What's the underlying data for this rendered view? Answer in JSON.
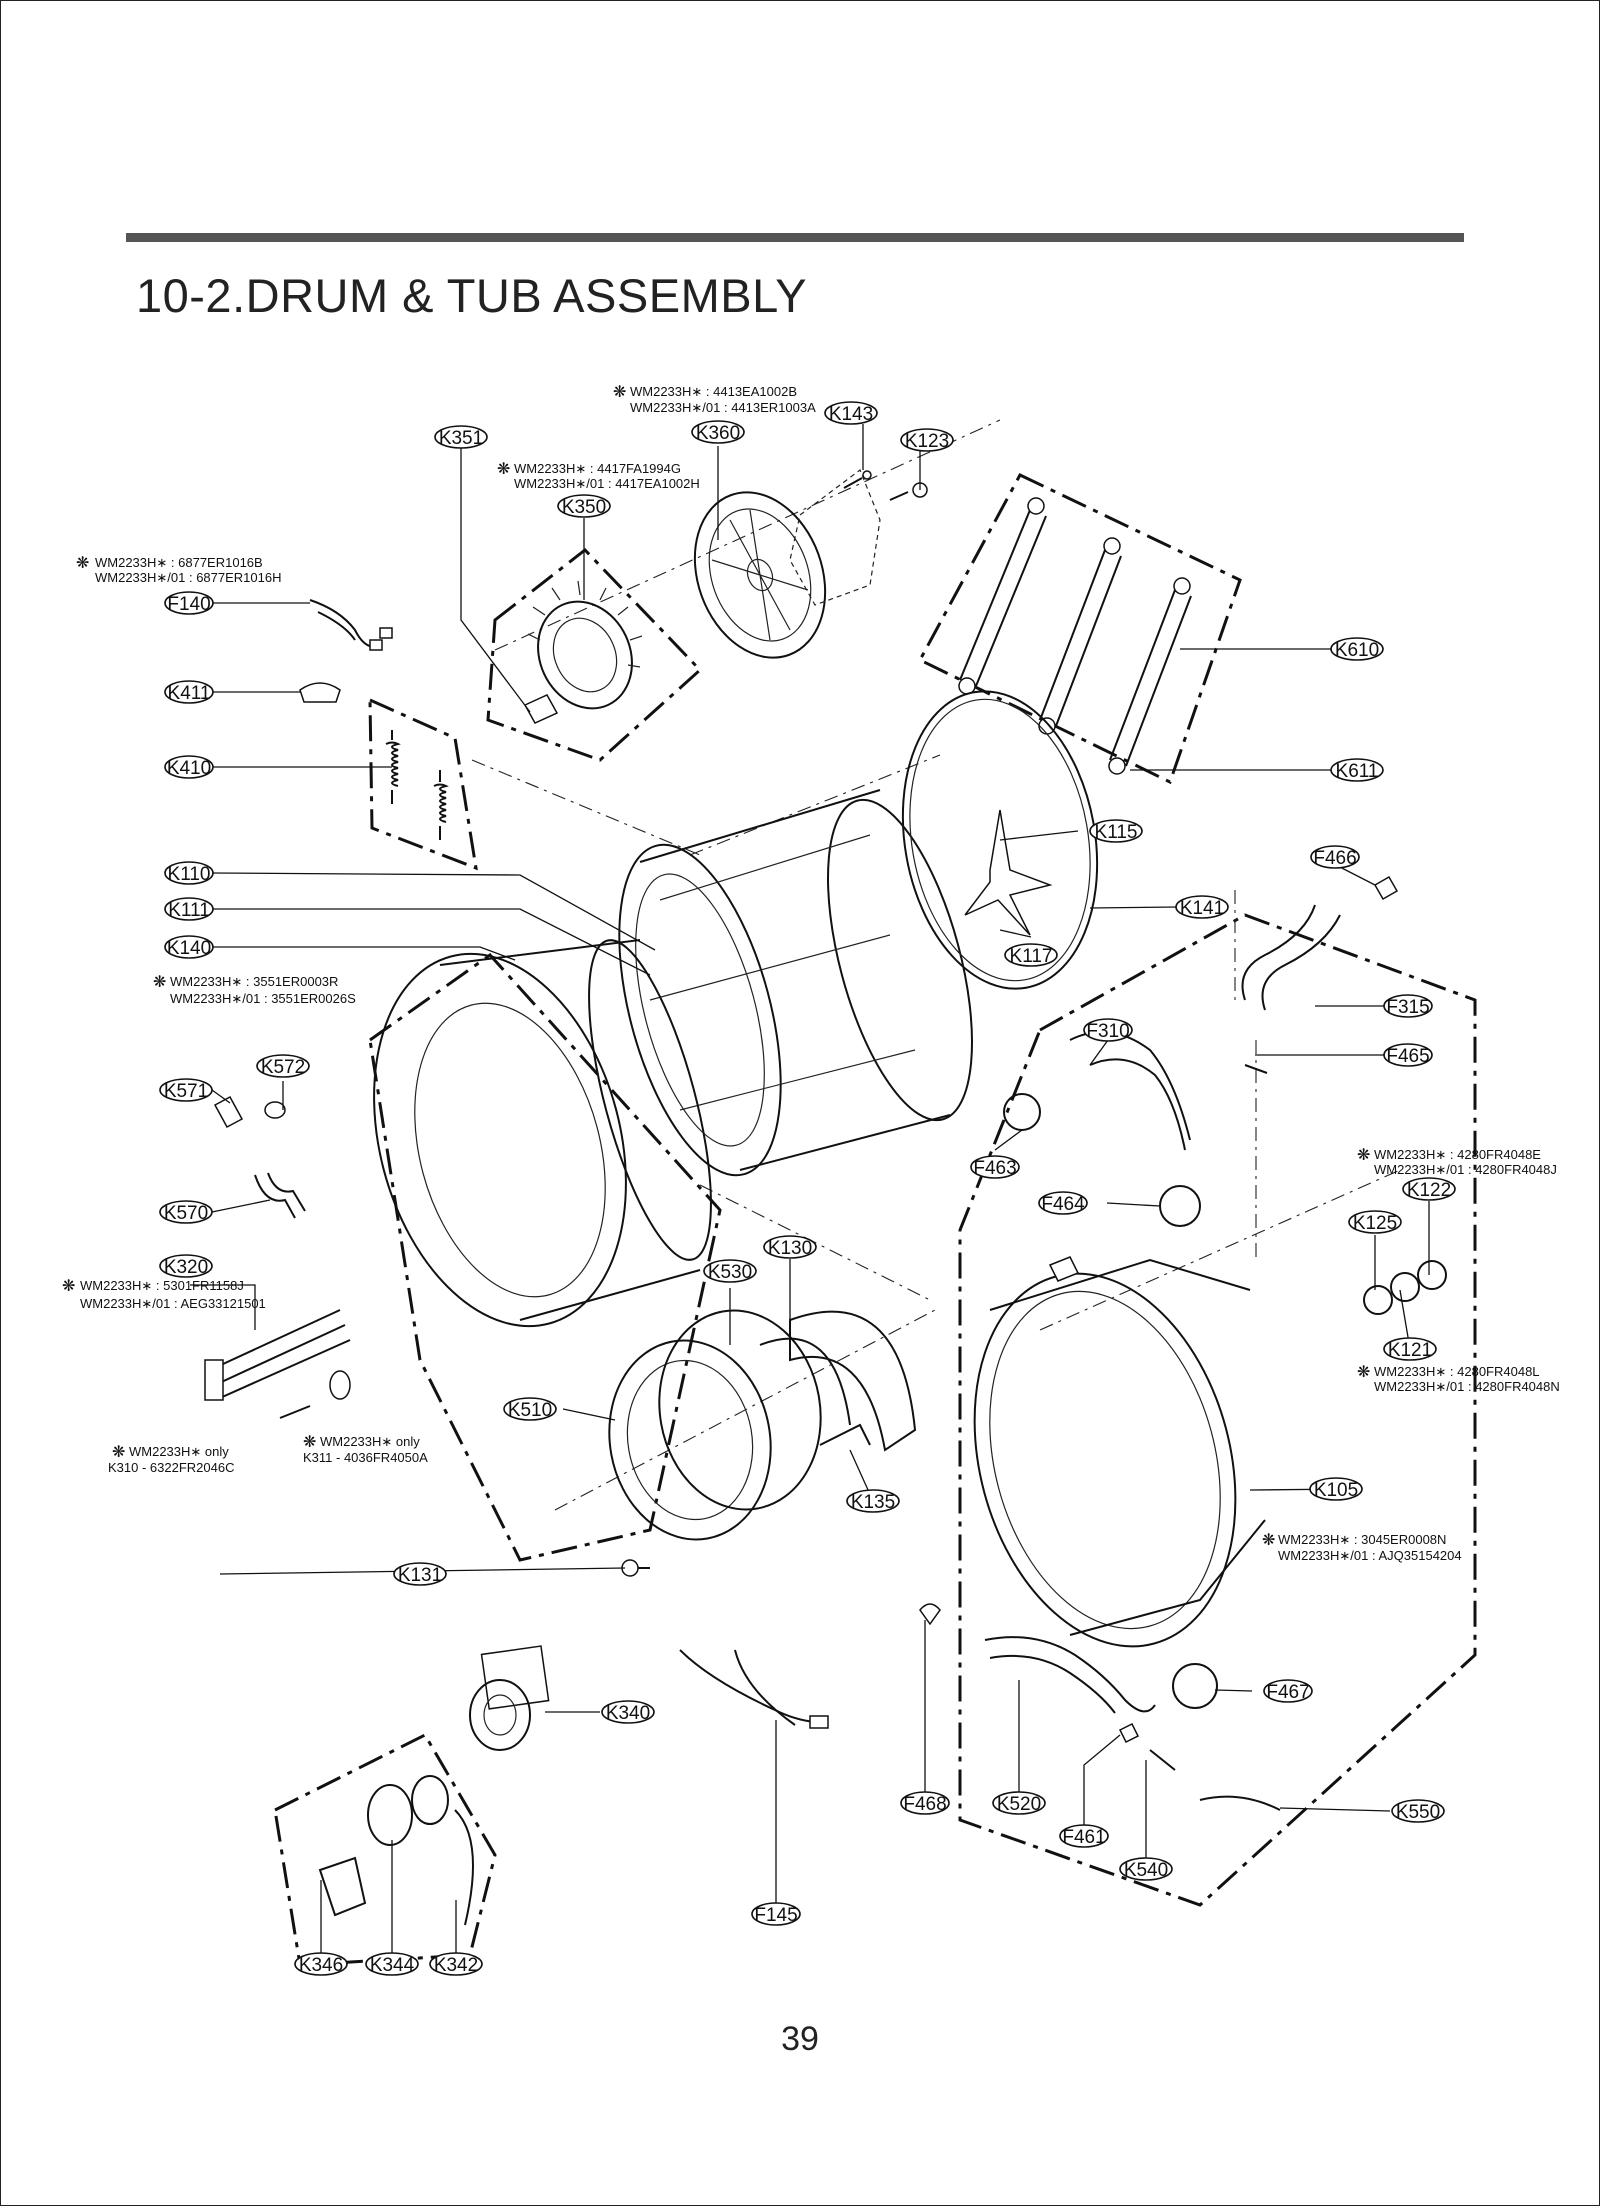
{
  "title": "10-2.DRUM & TUB ASSEMBLY",
  "page_number": "39",
  "labels": [
    {
      "id": "K351",
      "text": "K351"
    },
    {
      "id": "K360",
      "text": "K360"
    },
    {
      "id": "K143",
      "text": "K143"
    },
    {
      "id": "K123",
      "text": "K123"
    },
    {
      "id": "K350",
      "text": "K350"
    },
    {
      "id": "F140",
      "text": "F140"
    },
    {
      "id": "K411",
      "text": "K411"
    },
    {
      "id": "K410",
      "text": "K410"
    },
    {
      "id": "K610",
      "text": "K610"
    },
    {
      "id": "K611",
      "text": "K611"
    },
    {
      "id": "K115",
      "text": "K115"
    },
    {
      "id": "F466",
      "text": "F466"
    },
    {
      "id": "K110",
      "text": "K110"
    },
    {
      "id": "K111",
      "text": "K111"
    },
    {
      "id": "K141",
      "text": "K141"
    },
    {
      "id": "K140",
      "text": "K140"
    },
    {
      "id": "K117",
      "text": "K117"
    },
    {
      "id": "F315",
      "text": "F315"
    },
    {
      "id": "K572",
      "text": "K572"
    },
    {
      "id": "K571",
      "text": "K571"
    },
    {
      "id": "F310",
      "text": "F310"
    },
    {
      "id": "F465",
      "text": "F465"
    },
    {
      "id": "F463",
      "text": "F463"
    },
    {
      "id": "K122",
      "text": "K122"
    },
    {
      "id": "K570",
      "text": "K570"
    },
    {
      "id": "F464",
      "text": "F464"
    },
    {
      "id": "K125",
      "text": "K125"
    },
    {
      "id": "K130",
      "text": "K130"
    },
    {
      "id": "K320",
      "text": "K320"
    },
    {
      "id": "K530",
      "text": "K530"
    },
    {
      "id": "K121",
      "text": "K121"
    },
    {
      "id": "K510",
      "text": "K510"
    },
    {
      "id": "K105",
      "text": "K105"
    },
    {
      "id": "K135",
      "text": "K135"
    },
    {
      "id": "K131",
      "text": "K131"
    },
    {
      "id": "F467",
      "text": "F467"
    },
    {
      "id": "K340",
      "text": "K340"
    },
    {
      "id": "F468",
      "text": "F468"
    },
    {
      "id": "K520",
      "text": "K520"
    },
    {
      "id": "K550",
      "text": "K550"
    },
    {
      "id": "F461",
      "text": "F461"
    },
    {
      "id": "K540",
      "text": "K540"
    },
    {
      "id": "F145",
      "text": "F145"
    },
    {
      "id": "K346",
      "text": "K346"
    },
    {
      "id": "K344",
      "text": "K344"
    },
    {
      "id": "K342",
      "text": "K342"
    }
  ],
  "notes": [
    {
      "id": "K360",
      "lines": [
        "WM2233H∗ : 4413EA1002B",
        "WM2233H∗/01 : 4413ER1003A"
      ]
    },
    {
      "id": "K350",
      "lines": [
        "WM2233H∗ : 4417FA1994G",
        "WM2233H∗/01 : 4417EA1002H"
      ]
    },
    {
      "id": "F140",
      "lines": [
        "WM2233H∗ : 6877ER1016B",
        "WM2233H∗/01 : 6877ER1016H"
      ]
    },
    {
      "id": "K140",
      "lines": [
        "WM2233H∗ : 3551ER0003R",
        "WM2233H∗/01 : 3551ER0026S"
      ]
    },
    {
      "id": "K122",
      "lines": [
        "WM2233H∗ :      4280FR4048E",
        "WM2233H∗/01 : 4280FR4048J"
      ]
    },
    {
      "id": "K320",
      "lines": [
        "WM2233H∗ :     5301FR1158J",
        "WM2233H∗/01 : AEG33121501"
      ]
    },
    {
      "id": "K121",
      "lines": [
        "WM2233H∗ :      4280FR4048L",
        "WM2233H∗/01 : 4280FR4048N"
      ]
    },
    {
      "id": "K310",
      "lines": [
        "WM2233H∗ only",
        "K310 - 6322FR2046C"
      ]
    },
    {
      "id": "K311",
      "lines": [
        "WM2233H∗ only",
        "K311 - 4036FR4050A"
      ]
    },
    {
      "id": "K105",
      "lines": [
        "WM2233H∗ : 3045ER0008N",
        "WM2233H∗/01 : AJQ35154204"
      ]
    }
  ]
}
